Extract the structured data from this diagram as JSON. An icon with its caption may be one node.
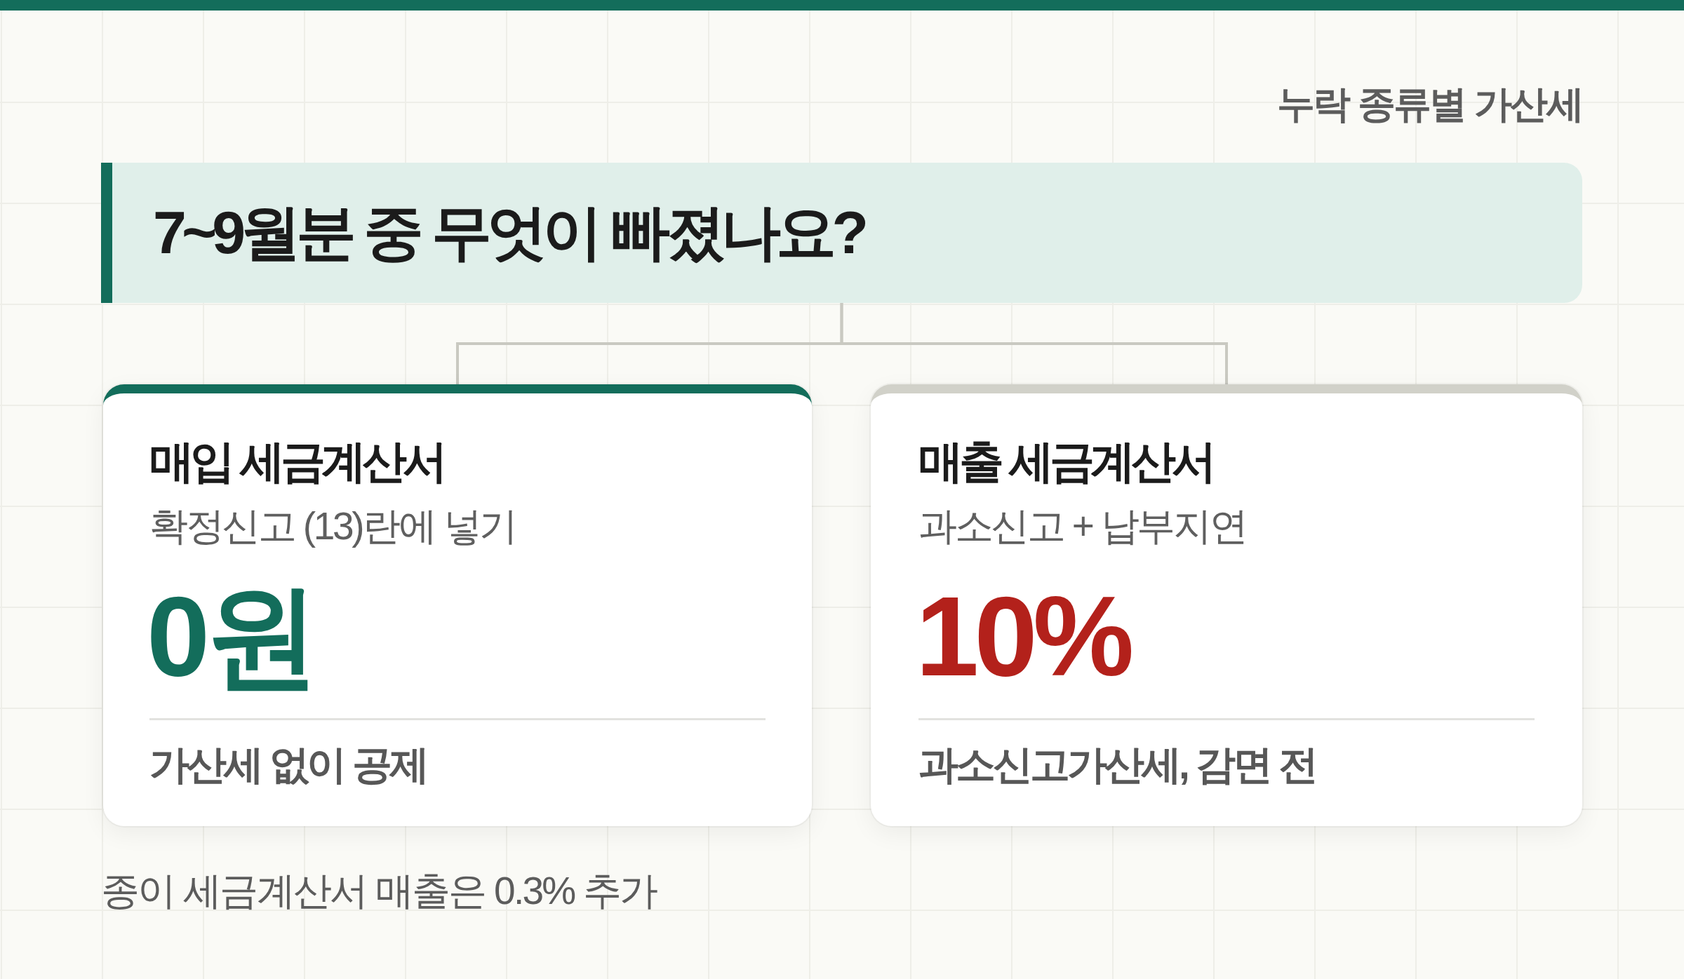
{
  "diagram": {
    "nodes": [
      {
        "text": [
          "7~9월분 중 무엇이 빠졌나요?"
        ]
      },
      {
        "text": [
          "매입 세금계산서",
          "확정신고 (13)란에 넣기",
          "0원",
          "가산세 없이 공제"
        ]
      },
      {
        "text": [
          "매출 세금계산서",
          "과소신고 + 납부지연",
          "10%",
          "과소신고가산세, 감면 전"
        ]
      }
    ],
    "edges": [
      {
        "from": 0,
        "to": 1,
        "arrow": "none"
      },
      {
        "from": 0,
        "to": 2,
        "arrow": "none"
      }
    ],
    "labels": [
      "누락 종류별 가산세",
      "종이 세금계산서 매출은 0.3% 추가"
    ]
  }
}
